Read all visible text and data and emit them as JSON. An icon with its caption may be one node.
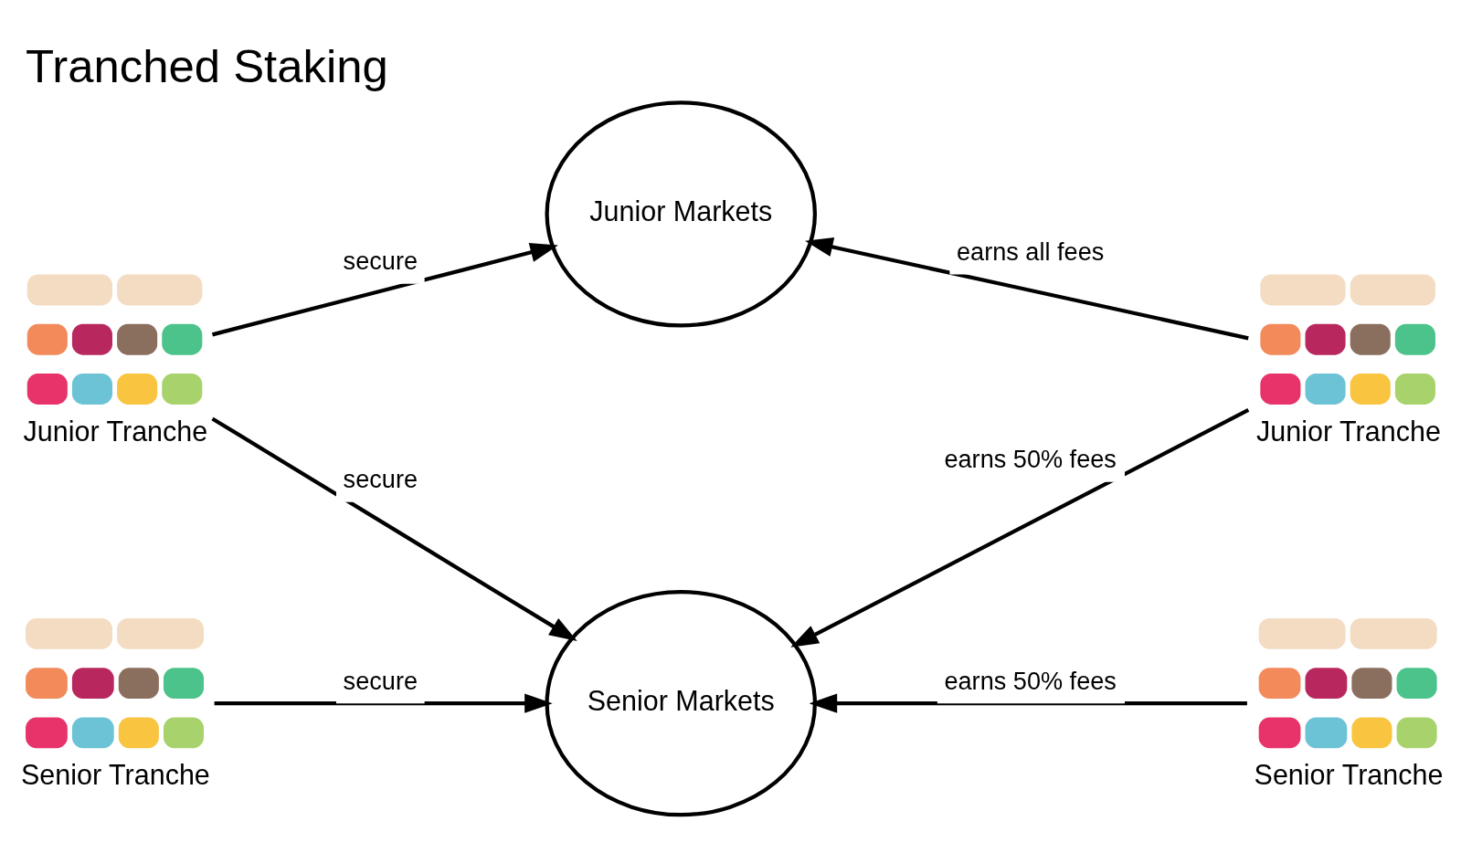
{
  "diagram": {
    "title": "Tranched Staking",
    "nodes": [
      {
        "text": [],
        "shape": "picture",
        "beside": [
          "Junior Tranche"
        ]
      },
      {
        "text": [
          "Junior Markets"
        ]
      },
      {
        "text": [],
        "shape": "picture",
        "beside": [
          "Junior Tranche"
        ]
      },
      {
        "text": [],
        "shape": "picture",
        "beside": [
          "Senior Tranche"
        ]
      },
      {
        "text": [
          "Senior Markets"
        ]
      },
      {
        "text": [],
        "shape": "picture",
        "beside": [
          "Senior Tranche"
        ]
      }
    ],
    "edges": [
      {
        "from": 0,
        "to": 1,
        "arrow": "to",
        "label": "secure"
      },
      {
        "from": 0,
        "to": 4,
        "arrow": "to",
        "label": "secure"
      },
      {
        "from": 2,
        "to": 1,
        "arrow": "to",
        "label": "earns all fees"
      },
      {
        "from": 2,
        "to": 4,
        "arrow": "to",
        "label": "earns 50% fees"
      },
      {
        "from": 3,
        "to": 4,
        "arrow": "to",
        "label": "secure"
      },
      {
        "from": 5,
        "to": 4,
        "arrow": "to",
        "label": "earns 50% fees"
      }
    ]
  }
}
